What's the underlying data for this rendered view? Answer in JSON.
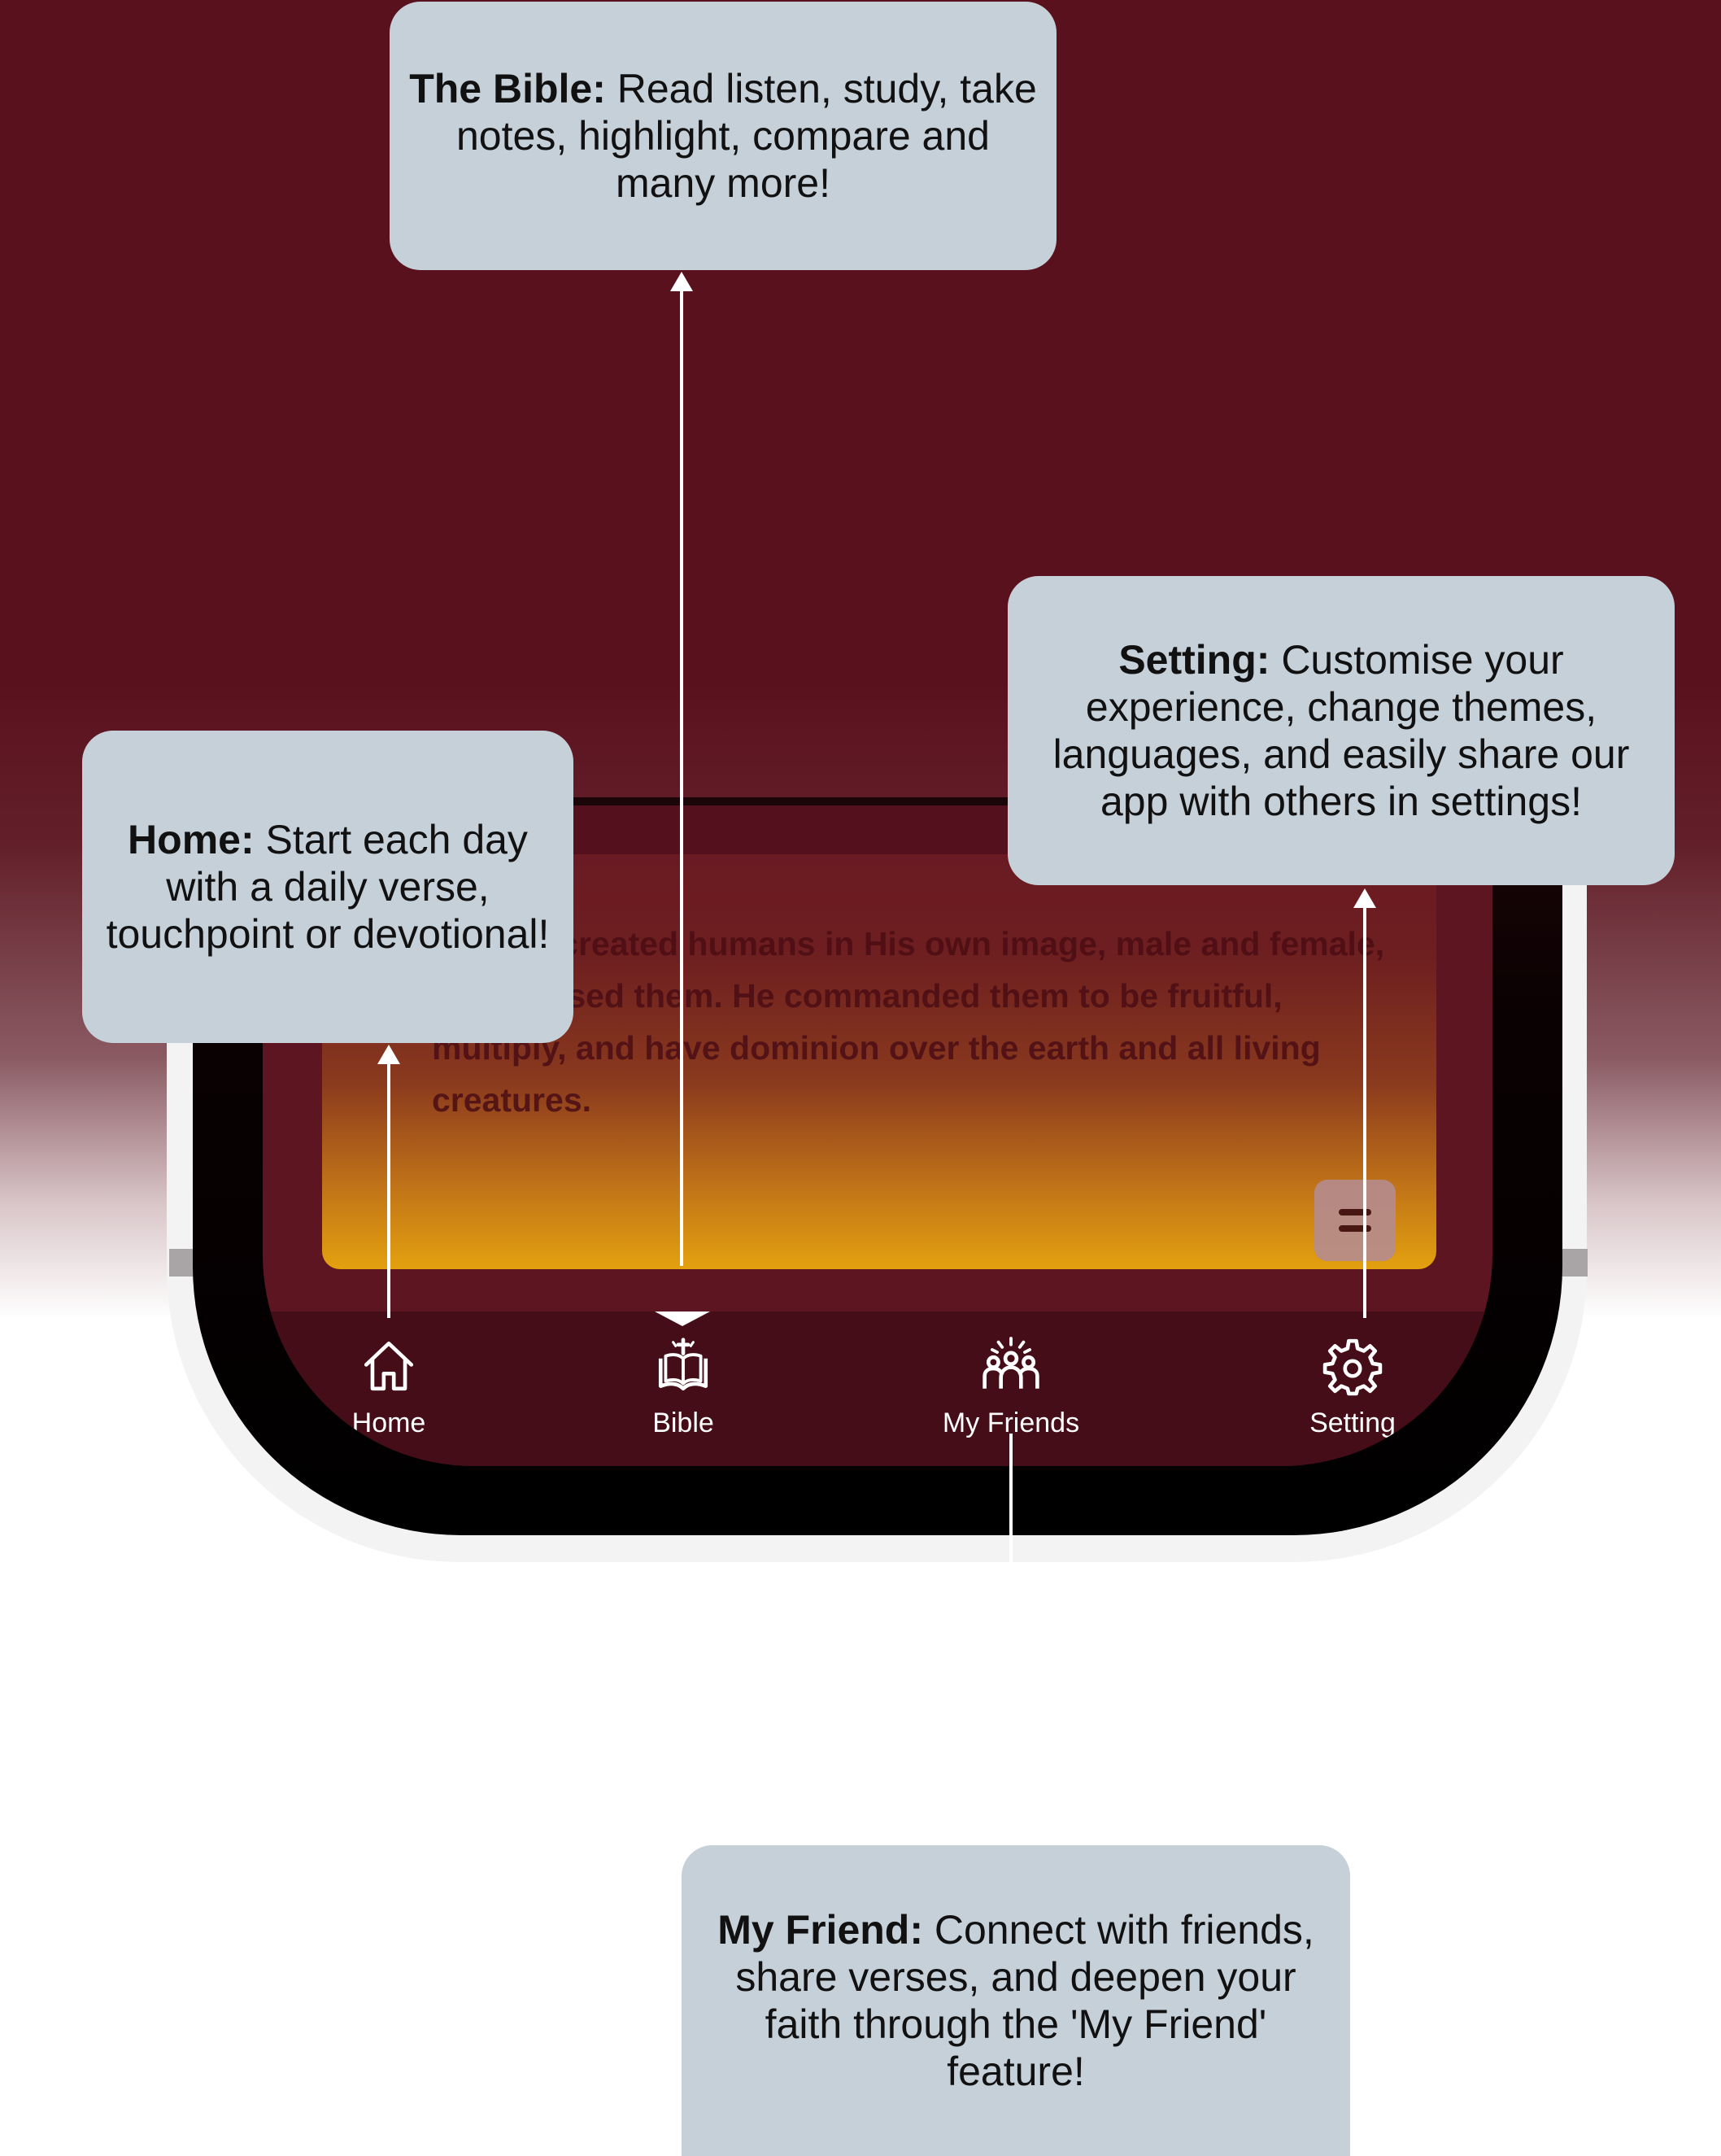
{
  "verse": {
    "text": "So God created humans in His own image, male and female, and blessed them. He commanded them to be fruitful, multiply, and have dominion over the earth and all living creatures."
  },
  "nav": {
    "items": [
      {
        "label": "Home",
        "icon": "home-icon"
      },
      {
        "label": "Bible",
        "icon": "bible-icon"
      },
      {
        "label": "My Friends",
        "icon": "friends-icon"
      },
      {
        "label": "Setting",
        "icon": "gear-icon"
      }
    ],
    "active": "Bible"
  },
  "callouts": {
    "bible": {
      "title": "The Bible:",
      "body": " Read listen, study, take notes, highlight, compare and many more!"
    },
    "home": {
      "title": "Home:",
      "body": " Start each day with a daily verse, touchpoint or devotional!"
    },
    "setting": {
      "title": "Setting:",
      "body": " Customise your experience, change themes, languages, and easily share our app with others in settings!"
    },
    "friend": {
      "title": "My Friend:",
      "body": " Connect with friends, share verses, and deepen your faith through the 'My Friend' feature!"
    }
  },
  "colors": {
    "background": "#5a111e",
    "nav_bar": "#440d18",
    "callout": "#c6d0d9",
    "card_gradient_end": "#e3a10f"
  }
}
